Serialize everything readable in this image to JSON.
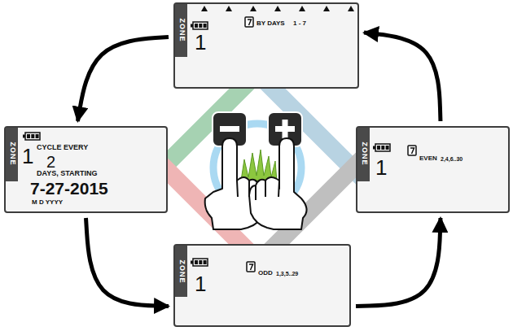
{
  "diagram": {
    "nodes": [
      {
        "text": [
          "ZONE",
          "1",
          "BY DAYS",
          "1 - 7"
        ]
      },
      {
        "text": [
          "ZONE",
          "1",
          "CYCLE EVERY",
          "2",
          "DAYS, STARTING",
          "7-27-2015",
          "M D YYYY"
        ]
      },
      {
        "text": [
          "ZONE",
          "1",
          "EVEN",
          "2,4,6..30"
        ]
      },
      {
        "text": [
          "ZONE",
          "1",
          "ODD",
          "1,3,5..29"
        ]
      }
    ],
    "edges": [
      {
        "from": 0,
        "to": 1,
        "arrow": "to"
      },
      {
        "from": 1,
        "to": 3,
        "arrow": "to"
      },
      {
        "from": 3,
        "to": 2,
        "arrow": "to"
      },
      {
        "from": 2,
        "to": 0,
        "arrow": "to"
      }
    ]
  }
}
